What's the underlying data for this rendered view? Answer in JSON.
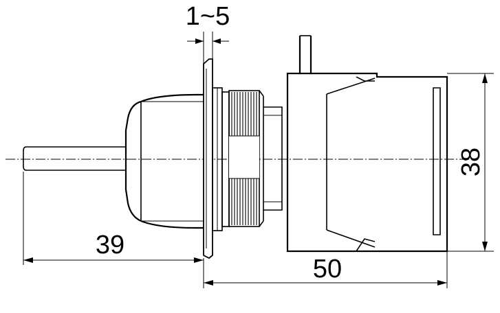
{
  "dimensions": {
    "gap": "1~5",
    "shaft_to_panel": "39",
    "body_length": "50",
    "height": "38"
  }
}
